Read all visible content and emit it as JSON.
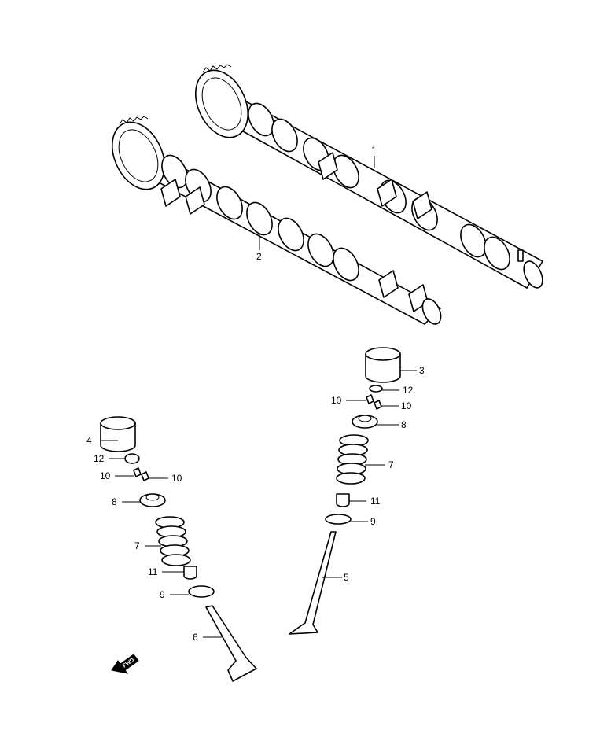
{
  "callouts": {
    "c1": "1",
    "c2": "2",
    "c3": "3",
    "c4": "4",
    "c5": "5",
    "c6": "6",
    "c7_right": "7",
    "c7_left": "7",
    "c8_right": "8",
    "c8_left": "8",
    "c9_right": "9",
    "c9_left": "9",
    "c10_right_a": "10",
    "c10_right_b": "10",
    "c10_left_a": "10",
    "c10_left_b": "10",
    "c11_right": "11",
    "c11_left": "11",
    "c12_right": "12",
    "c12_left": "12"
  },
  "direction_marker": {
    "label": "FWD",
    "icon": "arrow-fwd-icon"
  }
}
